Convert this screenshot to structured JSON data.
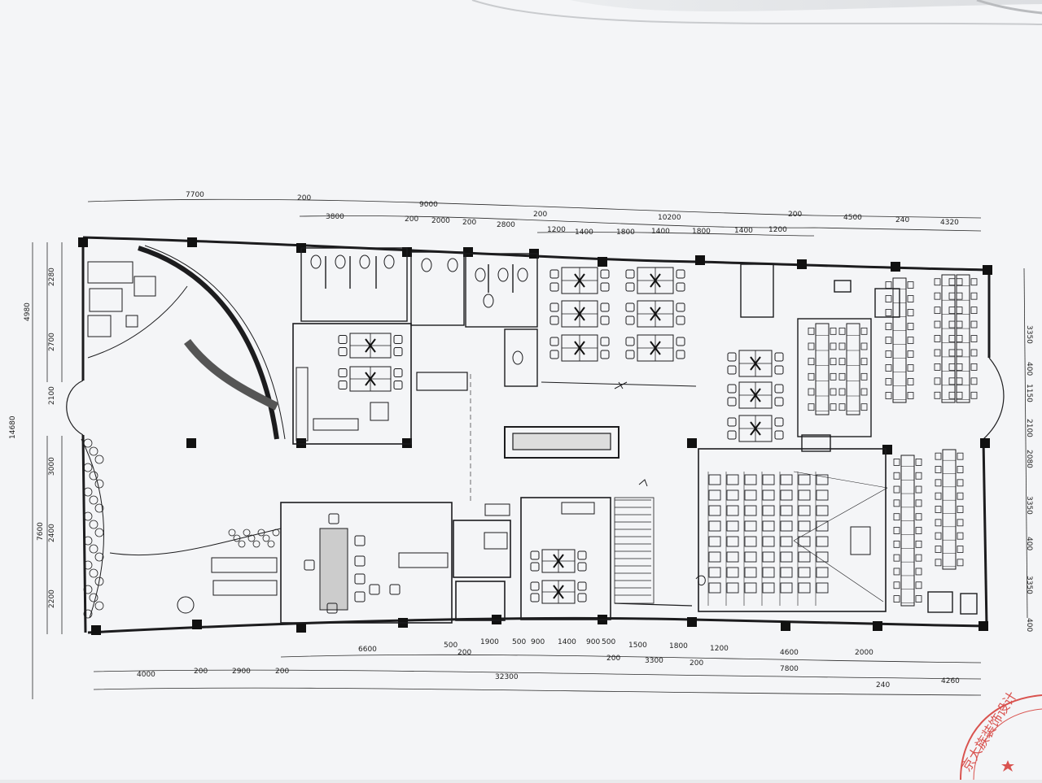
{
  "dimensions": {
    "top_row1": [
      "7700",
      "200",
      "9000",
      "10200",
      "200",
      "4500",
      "240",
      "4320"
    ],
    "top_row2": [
      "3800",
      "200",
      "2000",
      "200",
      "2800",
      "200",
      "1200",
      "1400",
      "1800",
      "1400",
      "1800",
      "1400",
      "1200"
    ],
    "left_outer": [
      "4980",
      "14680",
      "7600"
    ],
    "left_inner": [
      "2280",
      "2700",
      "2100",
      "3000",
      "2400",
      "2200"
    ],
    "right": [
      "3350",
      "400",
      "1150",
      "2100",
      "2080",
      "3350",
      "400",
      "3350",
      "400"
    ],
    "bottom_row1": [
      "6600",
      "500",
      "200",
      "1900",
      "500",
      "900",
      "1400",
      "900",
      "500",
      "1500",
      "1800",
      "1200",
      "4600",
      "2000"
    ],
    "bottom_row2": [
      "4000",
      "200",
      "2900",
      "200",
      "200",
      "3300",
      "200",
      "7800"
    ],
    "bottom_row3": [
      "32300",
      "240",
      "4260"
    ]
  },
  "stamp": {
    "text": "京大族装饰设计",
    "color": "#d9534f"
  },
  "colors": {
    "paper": "#f6f7f9",
    "line": "#1c1c1e",
    "dim_line": "#2a2a2a",
    "stamp": "#d9534f"
  },
  "icons": [
    "desk-cluster-icon",
    "chair-icon",
    "toilet-icon",
    "sofa-icon",
    "column-icon",
    "stair-icon",
    "door-swing-icon"
  ]
}
